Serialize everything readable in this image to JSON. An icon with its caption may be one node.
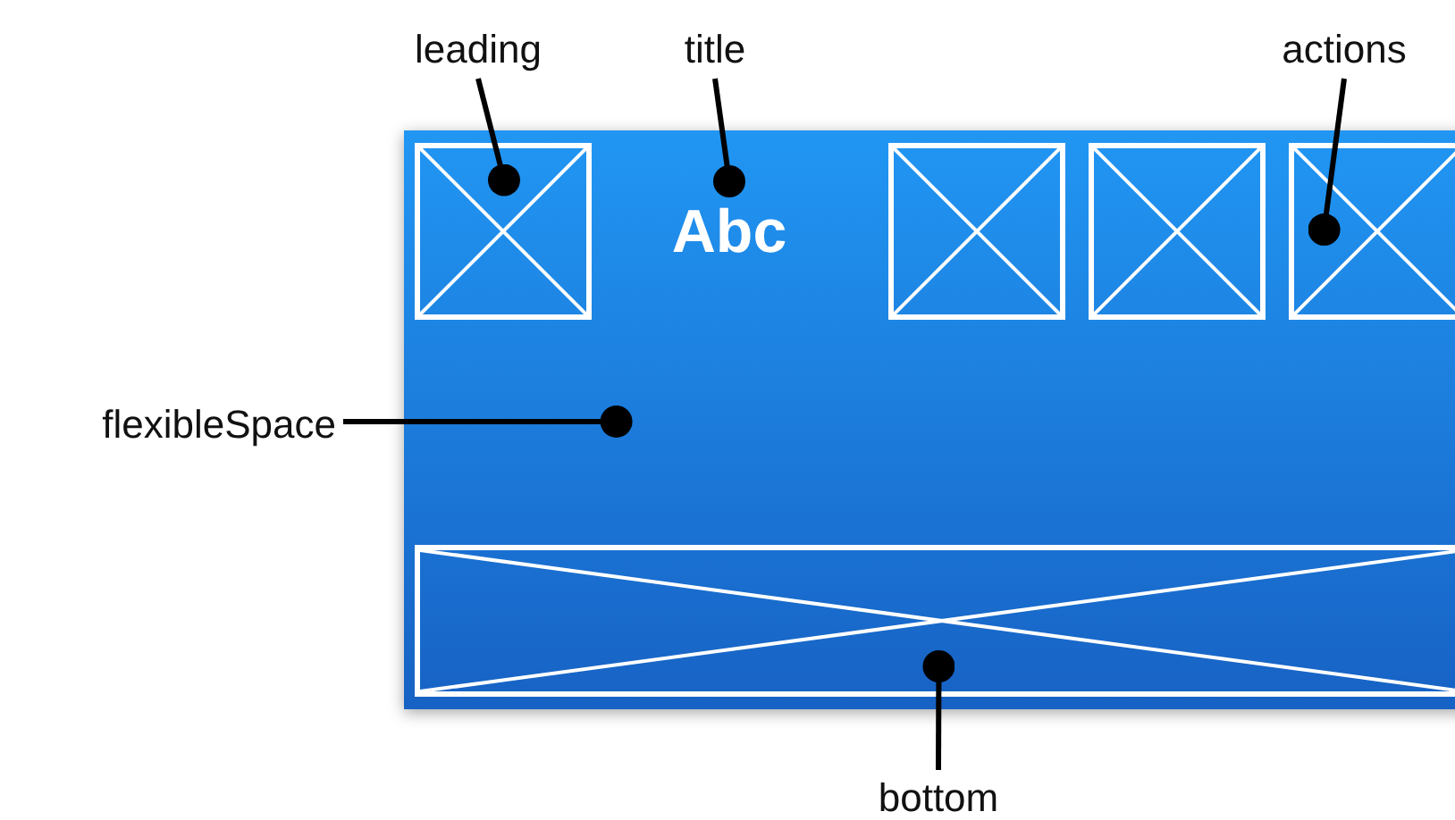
{
  "diagram": {
    "nodes": [
      {
        "text": [
          "leading"
        ]
      },
      {
        "text": [
          "title"
        ]
      },
      {
        "text": [
          "actions"
        ]
      },
      {
        "text": [],
        "shape": "box"
      },
      {
        "text": [],
        "shape": "box",
        "in": 3
      },
      {
        "text": [
          "Abc"
        ],
        "in": 3
      },
      {
        "text": [],
        "shape": "box",
        "in": 3
      },
      {
        "text": [],
        "shape": "box",
        "in": 3
      },
      {
        "text": [],
        "shape": "box",
        "in": 3
      },
      {
        "text": [
          "flexibleSpace"
        ]
      },
      {
        "text": [],
        "shape": "box",
        "in": 3
      },
      {
        "text": [
          "bottom"
        ]
      }
    ],
    "edges": [
      {
        "from": 0,
        "to": 4,
        "arrow": "other"
      },
      {
        "from": 1,
        "to": 5,
        "arrow": "other"
      },
      {
        "from": 2,
        "to": 8,
        "arrow": "other"
      },
      {
        "from": 9,
        "to": 3,
        "arrow": "other"
      },
      {
        "from": 11,
        "to": 10,
        "arrow": "other"
      }
    ]
  }
}
